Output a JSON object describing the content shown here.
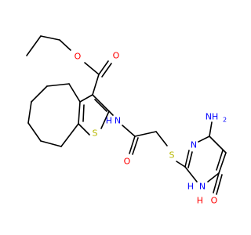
{
  "colors": {
    "background": "#ffffff",
    "bond": "#000000",
    "oxygen": "#ff0000",
    "nitrogen": "#0000ff",
    "sulfur": "#b8b800",
    "hydrogen": "#0000ff"
  },
  "atoms": {
    "o_ester_carbonyl": "O",
    "o_ester_ether": "O",
    "s_thiophene": "S",
    "n_amide": "N",
    "h_amide": "H",
    "o_amide": "O",
    "s_thioether": "S",
    "n_pyrimidine_3": "N",
    "n_pyrimidine_1": "N",
    "h_pyrimidine_1": "H",
    "n_amino": "NH",
    "amino_subscript": "2",
    "o_pyrimidinone": "O",
    "h_pyrimidinone": "H"
  }
}
